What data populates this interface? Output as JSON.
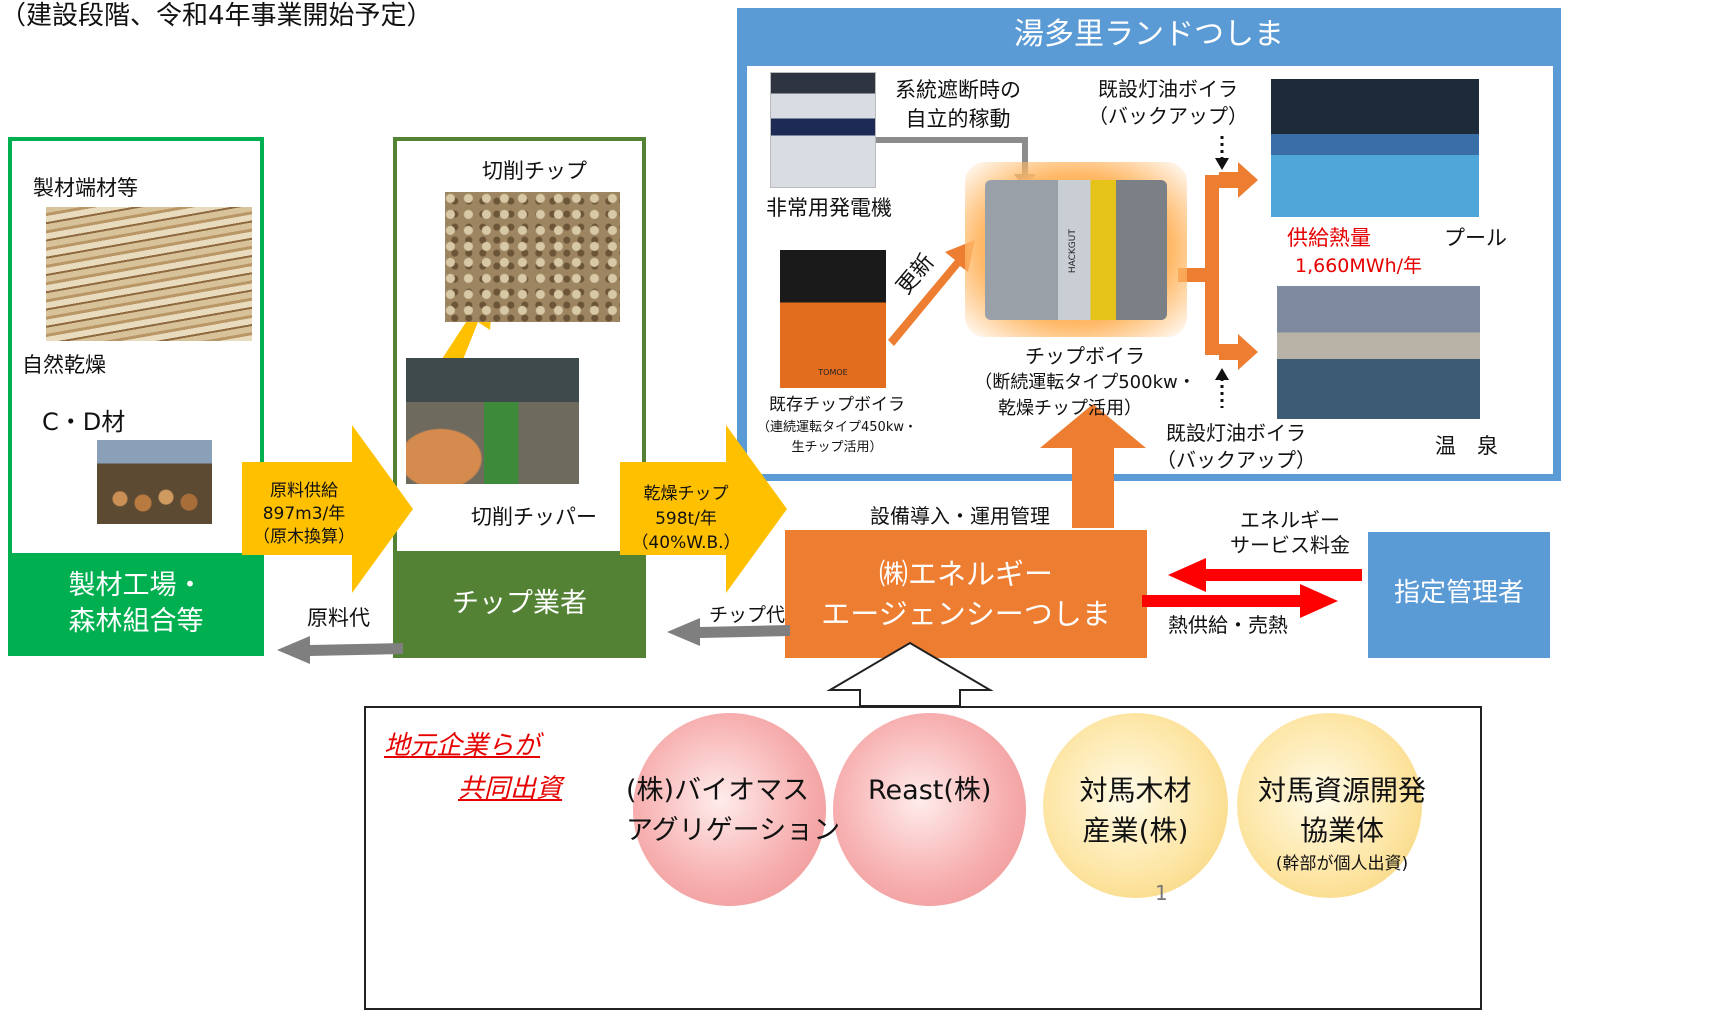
{
  "header": {
    "stage_note": "（建設段階、令和4年事業開始予定）"
  },
  "sawmill": {
    "box_label_line1": "製材工場・",
    "box_label_line2": "森林組合等",
    "offcuts_label": "製材端材等",
    "natural_drying_label": "自然乾燥",
    "cd_label": "C・D材"
  },
  "chip_vendor": {
    "box_label": "チップ業者",
    "chips_label": "切削チップ",
    "chipper_label": "切削チッパー"
  },
  "flows": {
    "raw_supply_line1": "原料供給",
    "raw_supply_line2": "897m3/年",
    "raw_supply_line3": "（原木換算）",
    "dry_chip_line1": "乾燥チップ",
    "dry_chip_line2": "598t/年",
    "dry_chip_line3": "（40%W.B.）",
    "raw_fee": "原料代",
    "chip_fee": "チップ代",
    "install_ops": "設備導入・運用管理",
    "energy_fee_line1": "エネルギー",
    "energy_fee_line2": "サービス料金",
    "heat_sale": "熱供給・売熱"
  },
  "agency": {
    "line1": "㈱エネルギー",
    "line2": "エージェンシーつしま"
  },
  "manager": {
    "label": "指定管理者"
  },
  "facility": {
    "title": "湯多里ランドつしま",
    "grid_outage_line1": "系統遮断時の",
    "grid_outage_line2": "自立的稼動",
    "generator_label": "非常用発電機",
    "renew_label": "更新",
    "old_boiler_line1": "既存チップボイラ",
    "old_boiler_line2": "（連続運転タイプ450kw・",
    "old_boiler_line3": "生チップ活用）",
    "chip_boiler_line1": "チップボイラ",
    "chip_boiler_line2": "（断続運転タイプ500kw・",
    "chip_boiler_line3": "乾燥チップ活用）",
    "backup_top_line1": "既設灯油ボイラ",
    "backup_top_line2": "（バックアップ）",
    "backup_bottom_line1": "既設灯油ボイラ",
    "backup_bottom_line2": "（バックアップ）",
    "heat_supply_label": "供給熱量",
    "heat_supply_value": "1,660MWh/年",
    "pool_label": "プール",
    "onsen_label": "温　泉",
    "boiler_brand": "HACKGUT",
    "old_boiler_brand": "TOMOE"
  },
  "investors": {
    "title_line1": "地元企業らが",
    "title_line2": "共同出資",
    "inv1_line1": "(株)バイオマス",
    "inv1_line2": "アグリゲーション",
    "inv2": "Reast(株)",
    "inv3_line1": "対馬木材",
    "inv3_line2": "産業(株)",
    "inv4_line1": "対馬資源開発",
    "inv4_line2": "協業体",
    "inv4_note": "(幹部が個人出資)"
  },
  "page": {
    "number": "1"
  },
  "colors": {
    "green": "#00b050",
    "dark_green": "#548235",
    "orange": "#ed7d31",
    "yellow_arrow": "#ffc000",
    "blue": "#5b9bd5",
    "red_arrow": "#ff0000",
    "gray_arrow": "#7f7f7f"
  }
}
